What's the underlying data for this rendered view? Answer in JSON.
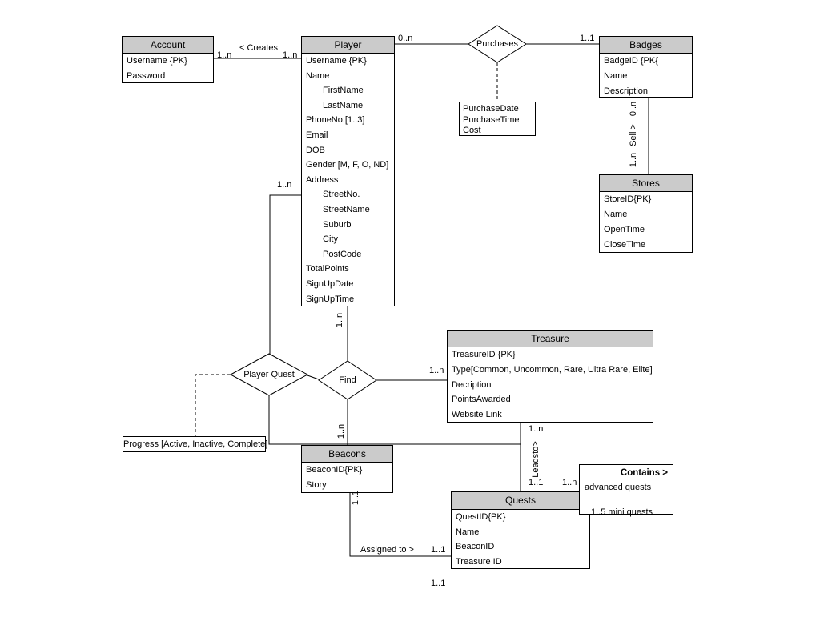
{
  "colors": {
    "header_fill": "#cbcbcb",
    "line": "#000000",
    "background": "#ffffff"
  },
  "entities": {
    "account": {
      "title": "Account",
      "rows": [
        "Username {PK}",
        "Password"
      ]
    },
    "player": {
      "title": "Player",
      "rows": [
        "Username {PK}",
        "Name",
        "FirstName",
        "LastName",
        "PhoneNo.[1..3]",
        "Email",
        "DOB",
        "Gender [M, F, O, ND]",
        "Address",
        "StreetNo.",
        "StreetName",
        "Suburb",
        "City",
        "PostCode",
        "TotalPoints",
        "SignUpDate",
        "SignUpTime"
      ]
    },
    "badges": {
      "title": "Badges",
      "rows": [
        "BadgeID {PK{",
        "Name",
        "Description"
      ]
    },
    "stores": {
      "title": "Stores",
      "rows": [
        "StoreID{PK}",
        "Name",
        "OpenTime",
        "CloseTime"
      ]
    },
    "treasure": {
      "title": "Treasure",
      "rows": [
        "TreasureID {PK}",
        "Type[Common, Uncommon, Rare, Ultra Rare, Elite]",
        "Decription",
        "PointsAwarded",
        "Website Link"
      ]
    },
    "beacons": {
      "title": "Beacons",
      "rows": [
        "BeaconID{PK}",
        "Story"
      ]
    },
    "quests": {
      "title": "Quests",
      "rows": [
        "QuestID{PK}",
        "Name",
        "BeaconID",
        "Treasure ID"
      ]
    }
  },
  "relationships": {
    "purchases": "Purchases",
    "player_quest": "Player Quest",
    "find": "Find"
  },
  "attribute_boxes": {
    "purchase": {
      "rows": [
        "PurchaseDate",
        "PurchaseTime",
        "Cost"
      ]
    },
    "progress": {
      "text": "Progress [Active, Inactive, Complete]"
    },
    "contains": {
      "title": "Contains >",
      "line1": "advanced quests",
      "line2": "1..5 mini quests"
    }
  },
  "labels": {
    "acc_left": "1..n",
    "creates": "< Creates",
    "acc_right": "1..n",
    "player_purchases": "0..n",
    "badges_purchases": "1..1",
    "sell_top": "0..n",
    "sell": "Sell >",
    "sell_bottom": "1..n",
    "pq_player": "1..n",
    "find_player": "1..n",
    "find_treasure": "1..n",
    "find_beacons": "1..n",
    "leadsto_top": "1..n",
    "leadsto": "Leadsto>",
    "leadsto_bottom": "1..1",
    "contains_card": "1..n",
    "assigned_to": "Assigned to >",
    "assigned_card": "1..1",
    "beacons_card": "1..1",
    "floating_card": "1..1"
  }
}
